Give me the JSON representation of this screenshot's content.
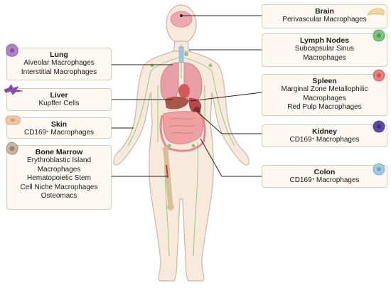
{
  "organs": {
    "brain": {
      "title": "Brain",
      "lines": [
        "Perivascular Macrophages"
      ]
    },
    "lymph": {
      "title": "Lymph Nodes",
      "lines": [
        "Subcapsular Sinus",
        "Macrophages"
      ]
    },
    "spleen": {
      "title": "Spleen",
      "lines": [
        "Marginal Zone Metallophilic",
        "Macrophages",
        "Red Pulp Macrophages"
      ]
    },
    "kidney": {
      "title": "Kidney",
      "line_prefix": "CD169",
      "sup": "+",
      "line_suffix": " Macrophages"
    },
    "colon": {
      "title": "Colon",
      "line_prefix": "CD169",
      "sup": "+",
      "line_suffix": " Macrophages"
    },
    "lung": {
      "title": "Lung",
      "lines": [
        "Alveolar Macrophages",
        "Interstitial Macrophages"
      ]
    },
    "liver": {
      "title": "Liver",
      "lines": [
        "Kupffer Cells"
      ]
    },
    "skin": {
      "title": "Skin",
      "line_prefix": "CD169",
      "sup": "+",
      "line_suffix": " Macrophages"
    },
    "bone": {
      "title": "Bone Marrow",
      "lines": [
        "Erythroblastic Island",
        "Macrophages",
        "Hematopoietic Stem",
        "Cell Niche Macrophages",
        "Osteomacs"
      ]
    }
  },
  "colors": {
    "box_fill": "#fdf8f1",
    "box_border": "#d9c9b5",
    "body_fill": "#f7e9dc",
    "body_outline": "#c9b7a6",
    "lymph_vessel": "#8cc47a",
    "organ_red": "#e88a8a",
    "liver": "#a9574a",
    "cell_lung": "#b07fc8",
    "cell_liver": "#8a4bb0",
    "cell_skin": "#f2c6a6",
    "cell_bone": "#c9b3a3",
    "cell_brain": "#f2d79a",
    "cell_lymph": "#7cc47c",
    "cell_spleen": "#e88080",
    "cell_kidney": "#5d4aa8",
    "cell_colon": "#9fcde8"
  }
}
